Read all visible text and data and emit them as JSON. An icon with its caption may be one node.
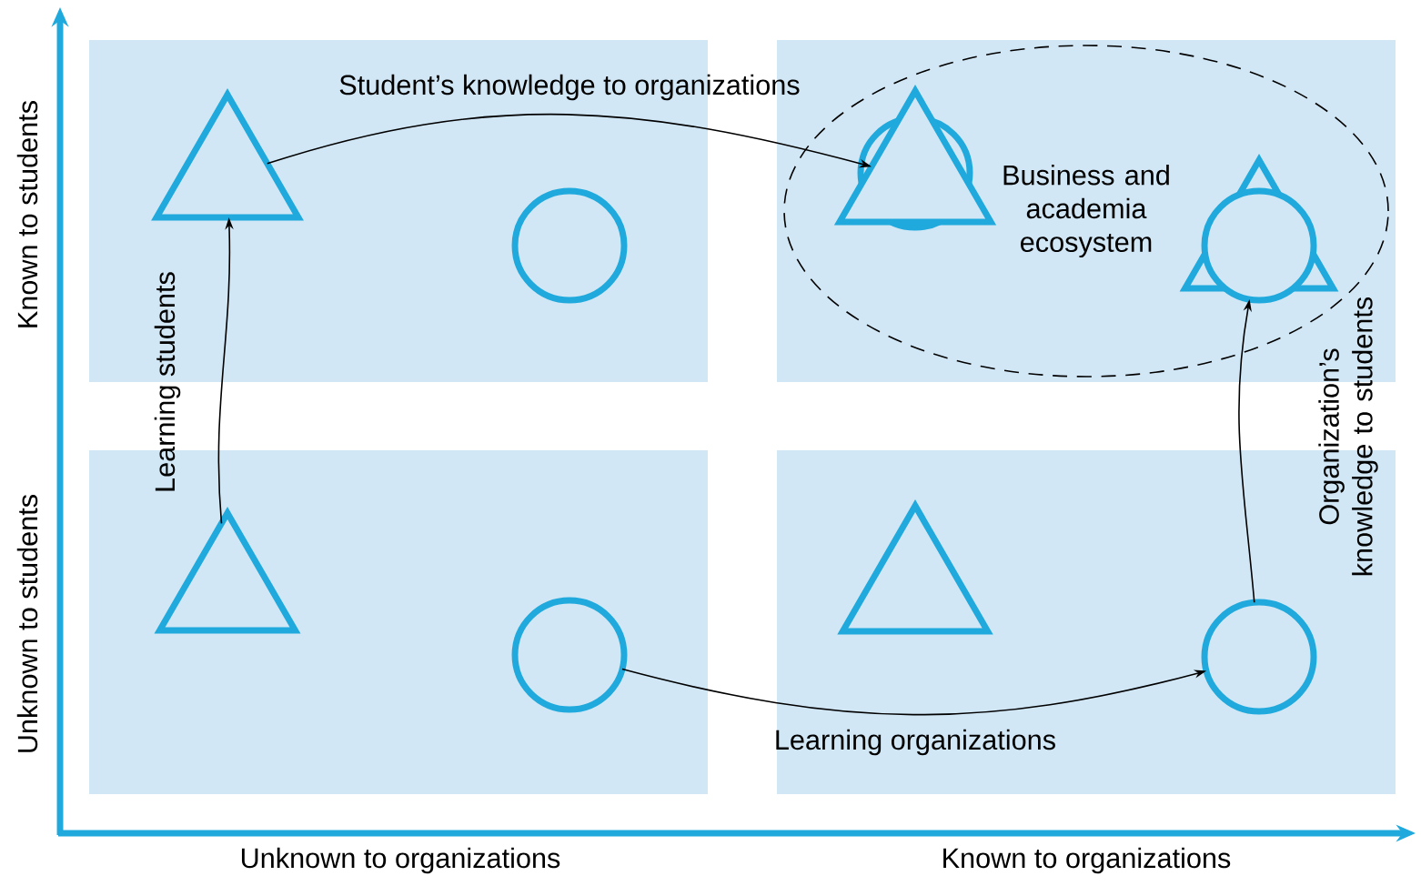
{
  "diagram": {
    "nodes": [
      {
        "text": [],
        "shape": "box"
      },
      {
        "text": [],
        "shape": "triangle",
        "in": 0
      },
      {
        "text": [],
        "shape": "circle",
        "in": 0
      },
      {
        "text": [],
        "shape": "box"
      },
      {
        "text": [
          "Business and academia ecosystem"
        ],
        "in": 3
      },
      {
        "text": [],
        "shape": "triangle",
        "in": 4
      },
      {
        "text": [],
        "shape": "circle",
        "in": 4
      },
      {
        "text": [],
        "shape": "box"
      },
      {
        "text": [],
        "shape": "triangle",
        "in": 7
      },
      {
        "text": [],
        "shape": "circle",
        "in": 7
      },
      {
        "text": [],
        "shape": "box"
      },
      {
        "text": [],
        "shape": "triangle",
        "in": 10
      },
      {
        "text": [],
        "shape": "circle",
        "in": 10
      }
    ],
    "edges": [
      {
        "from": 8,
        "to": 1,
        "arrow": "to",
        "label": "Learning students"
      },
      {
        "from": 1,
        "to": 5,
        "arrow": "to",
        "label": "Student’s knowledge to organizations"
      },
      {
        "from": 9,
        "to": 12,
        "arrow": "to",
        "label": "Learning organizations"
      },
      {
        "from": 12,
        "to": 6,
        "arrow": "to",
        "label": "Organization’s knowledge to students"
      }
    ],
    "labels": [
      "Known to students",
      "Unknown to students",
      "Unknown to organizations",
      "Known to organizations"
    ]
  }
}
